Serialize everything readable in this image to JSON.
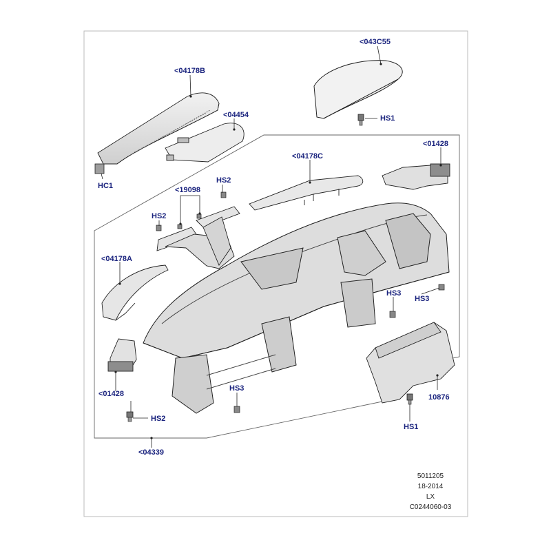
{
  "colors": {
    "label": "#1a237e",
    "frame": "#555555",
    "part_fill": "#e6e6e6",
    "part_dark": "#bdbdbd",
    "stroke": "#222222",
    "ref_text": "#222222"
  },
  "labels": {
    "l043c55": "<043C55",
    "l04178b": "<04178B",
    "l04454": "<04454",
    "hc1": "HC1",
    "hs1_top": "HS1",
    "l04178c": "<04178C",
    "l01428_top": "<01428",
    "l19098": "<19098",
    "hs2_upper": "HS2",
    "hs2_left": "HS2",
    "l04178a": "<04178A",
    "hs3_mid": "HS3",
    "hs3_right": "HS3",
    "l01428_bottom": "<01428",
    "hs2_bottom": "HS2",
    "hs3_bottom": "HS3",
    "l10876": "10876",
    "hs1_bottom": "HS1",
    "l04339": "<04339"
  },
  "reference": {
    "line1": "5011205",
    "line2": "18-2014",
    "line3": "LX",
    "line4": "C0244060-03"
  }
}
